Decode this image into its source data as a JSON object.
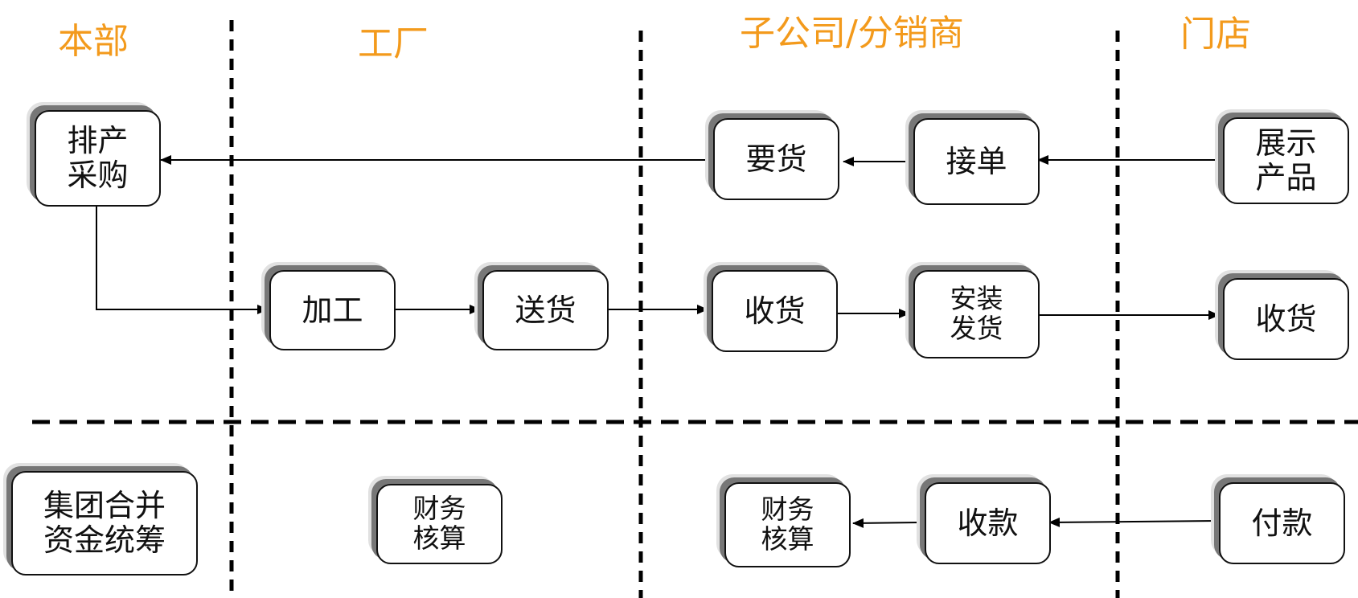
{
  "lanes": {
    "hq": "本部",
    "factory": "工厂",
    "subsidiary": "子公司/分销商",
    "store": "门店"
  },
  "nodes": {
    "schedule_purchase": "排产\n采购",
    "request_goods": "要货",
    "accept_order": "接单",
    "display_product": "展示\n产品",
    "processing": "加工",
    "factory_delivery": "送货",
    "sub_receive": "收货",
    "install_ship": "安装\n发货",
    "store_receive": "收货",
    "group_funds": "集团合并\n资金统筹",
    "factory_accounting": "财务\n核算",
    "sub_accounting": "财务\n核算",
    "collection": "收款",
    "payment": "付款"
  },
  "colors": {
    "lane_title": "#f39a1c",
    "line": "#000000",
    "box_border": "#111111",
    "shadow": "#777777"
  }
}
